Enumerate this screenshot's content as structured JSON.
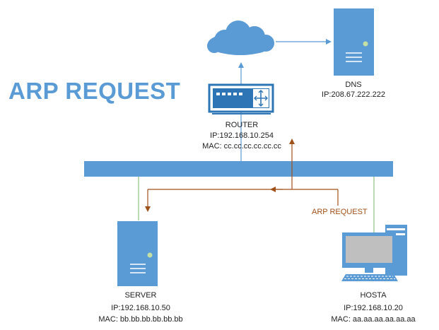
{
  "title": "ARP REQUEST",
  "colors": {
    "accent": "#5b9bd5",
    "title": "#5b9bd5",
    "arrow": "#a0501a",
    "link": "#8fc27e",
    "device_dark": "#2e75b6"
  },
  "nodes": {
    "cloud": {
      "icon": "cloud-icon"
    },
    "dns": {
      "icon": "server-tower-icon",
      "name": "DNS",
      "ip": "IP:208.67.222.222"
    },
    "router": {
      "icon": "router-icon",
      "name": "ROUTER",
      "ip": "IP:192.168.10.254",
      "mac": "MAC: cc.cc.cc.cc.cc.cc"
    },
    "server": {
      "icon": "server-tower-icon",
      "name": "SERVER",
      "ip": "IP:192.168.10.50",
      "mac": "MAC: bb.bb.bb.bb.bb.bb"
    },
    "hosta": {
      "icon": "desktop-computer-icon",
      "name": "HOSTA",
      "ip": "IP:192.168.10.20",
      "mac": "MAC: aa.aa.aa.aa.aa.aa"
    }
  },
  "switch_bar": {
    "icon": "network-bus"
  },
  "arp_flow_label": "ARP REQUEST"
}
